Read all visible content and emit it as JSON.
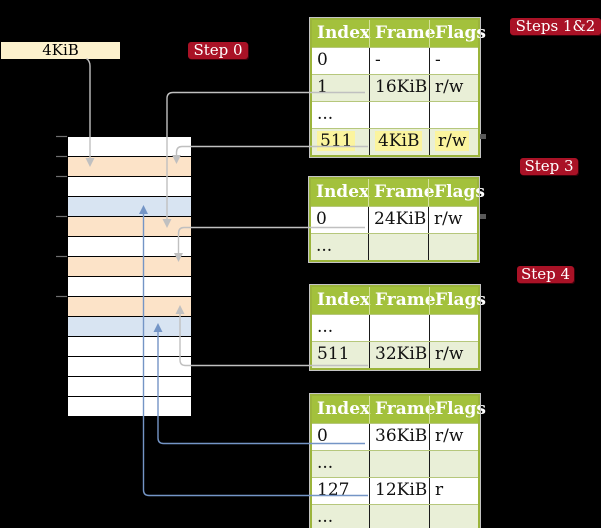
{
  "labels": {
    "page_size": "4KiB",
    "step0": "Step 0",
    "steps12": "Steps 1&2",
    "step3": "Step 3",
    "step4": "Step 4"
  },
  "colors": {
    "accent_red": "#a91226",
    "table_header_green": "#a3c13c",
    "table_border_green": "#9bb43b",
    "table_row_green": "#e9efd7",
    "frame_orange": "#fce3c8",
    "frame_blue": "#d8e4f2",
    "highlight_yellow": "#fbf49e",
    "page_size_cream": "#fcf1cd",
    "wire_gray": "#c0c0c0",
    "wire_blue": "#7495c6"
  },
  "tables": [
    {
      "name": "page-table-level-1",
      "headers": [
        "Index",
        "Frame",
        "Flags"
      ],
      "rows": [
        {
          "cells": [
            "0",
            "-",
            "-"
          ],
          "shaded": false,
          "highlighted": false
        },
        {
          "cells": [
            "1",
            "16KiB",
            "r/w"
          ],
          "shaded": true,
          "highlighted": false
        },
        {
          "cells": [
            "...",
            "",
            ""
          ],
          "shaded": false,
          "highlighted": false
        },
        {
          "cells": [
            "511",
            "4KiB",
            "r/w"
          ],
          "shaded": true,
          "highlighted": true
        }
      ]
    },
    {
      "name": "page-table-level-2",
      "headers": [
        "Index",
        "Frame",
        "Flags"
      ],
      "rows": [
        {
          "cells": [
            "0",
            "24KiB",
            "r/w"
          ],
          "shaded": false,
          "highlighted": false
        },
        {
          "cells": [
            "...",
            "",
            ""
          ],
          "shaded": true,
          "highlighted": false
        }
      ]
    },
    {
      "name": "page-table-level-3",
      "headers": [
        "Index",
        "Frame",
        "Flags"
      ],
      "rows": [
        {
          "cells": [
            "...",
            "",
            ""
          ],
          "shaded": false,
          "highlighted": false
        },
        {
          "cells": [
            "511",
            "32KiB",
            "r/w"
          ],
          "shaded": true,
          "highlighted": false
        }
      ]
    },
    {
      "name": "page-table-level-4",
      "headers": [
        "Index",
        "Frame",
        "Flags"
      ],
      "rows": [
        {
          "cells": [
            "0",
            "36KiB",
            "r/w"
          ],
          "shaded": false,
          "highlighted": false
        },
        {
          "cells": [
            "...",
            "",
            ""
          ],
          "shaded": true,
          "highlighted": false
        },
        {
          "cells": [
            "127",
            "12KiB",
            "r"
          ],
          "shaded": false,
          "highlighted": false
        },
        {
          "cells": [
            "...",
            "",
            ""
          ],
          "shaded": true,
          "highlighted": false
        }
      ]
    }
  ],
  "memory": {
    "cells": [
      "white",
      "orange",
      "white",
      "blue",
      "orange",
      "white",
      "orange",
      "white",
      "orange",
      "blue",
      "white",
      "white",
      "white",
      "white"
    ]
  }
}
